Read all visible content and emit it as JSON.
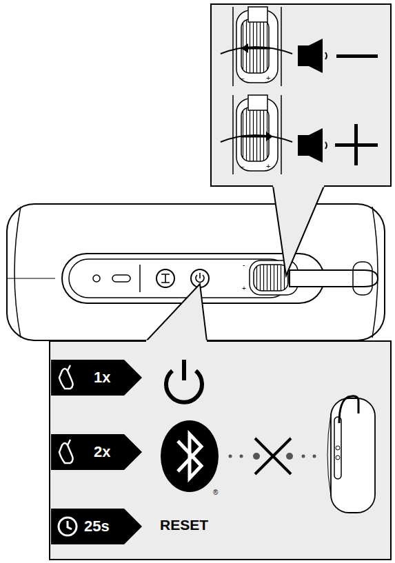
{
  "diagram": {
    "nodes": [
      {
        "text": [
          "1x"
        ]
      },
      {
        "text": [
          "2x"
        ]
      },
      {
        "text": [
          "25s"
        ]
      }
    ],
    "labels": [
      "RESET",
      "®",
      "–",
      "+",
      "–",
      "+",
      "-",
      "+"
    ]
  }
}
